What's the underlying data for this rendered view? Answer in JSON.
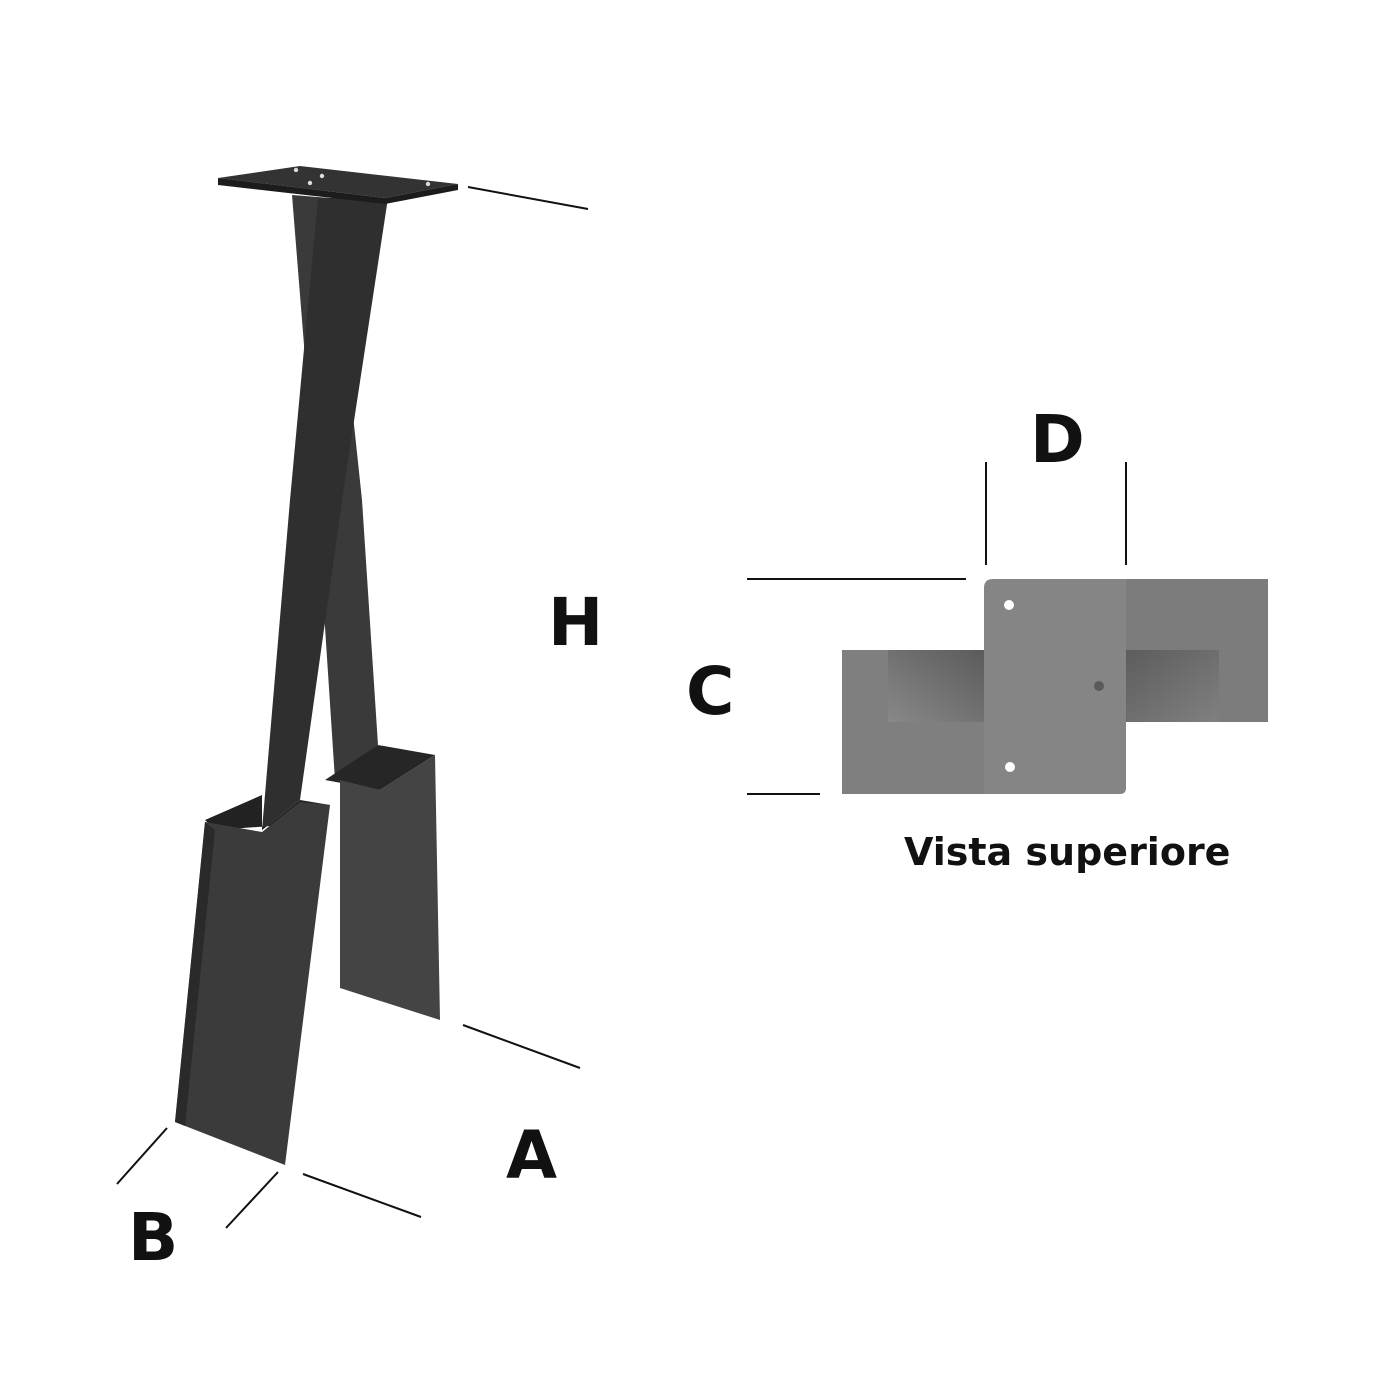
{
  "labels": {
    "height": "H",
    "width": "A",
    "depth": "B",
    "plate_depth": "C",
    "plate_width": "D"
  },
  "caption": "Vista superiore",
  "colors": {
    "leg_dark": "#2f2f2f",
    "leg_mid": "#3d3d3d",
    "leg_light": "#474747",
    "plate_grey": "#858585",
    "foot_grey": "#7d7d7d",
    "line": "#111111"
  }
}
